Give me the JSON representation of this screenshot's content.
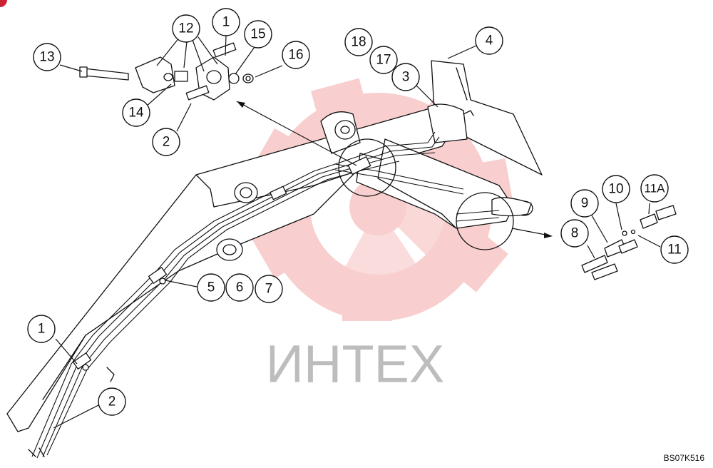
{
  "diagram": {
    "callouts": [
      {
        "id": "c-13",
        "label": "13"
      },
      {
        "id": "c-12",
        "label": "12"
      },
      {
        "id": "c-1-top",
        "label": "1"
      },
      {
        "id": "c-15",
        "label": "15"
      },
      {
        "id": "c-16",
        "label": "16"
      },
      {
        "id": "c-14",
        "label": "14"
      },
      {
        "id": "c-2-top",
        "label": "2"
      },
      {
        "id": "c-18",
        "label": "18"
      },
      {
        "id": "c-17",
        "label": "17"
      },
      {
        "id": "c-3",
        "label": "3"
      },
      {
        "id": "c-4",
        "label": "4"
      },
      {
        "id": "c-10",
        "label": "10"
      },
      {
        "id": "c-11A",
        "label": "11A"
      },
      {
        "id": "c-9",
        "label": "9"
      },
      {
        "id": "c-8",
        "label": "8"
      },
      {
        "id": "c-11",
        "label": "11"
      },
      {
        "id": "c-5",
        "label": "5"
      },
      {
        "id": "c-6",
        "label": "6"
      },
      {
        "id": "c-7",
        "label": "7"
      },
      {
        "id": "c-1-bottom",
        "label": "1"
      },
      {
        "id": "c-2-bottom",
        "label": "2"
      }
    ],
    "drawing_code": "BS07K516"
  },
  "watermark": {
    "text": "ИНТЕХ",
    "color": "#f4a7a7"
  }
}
